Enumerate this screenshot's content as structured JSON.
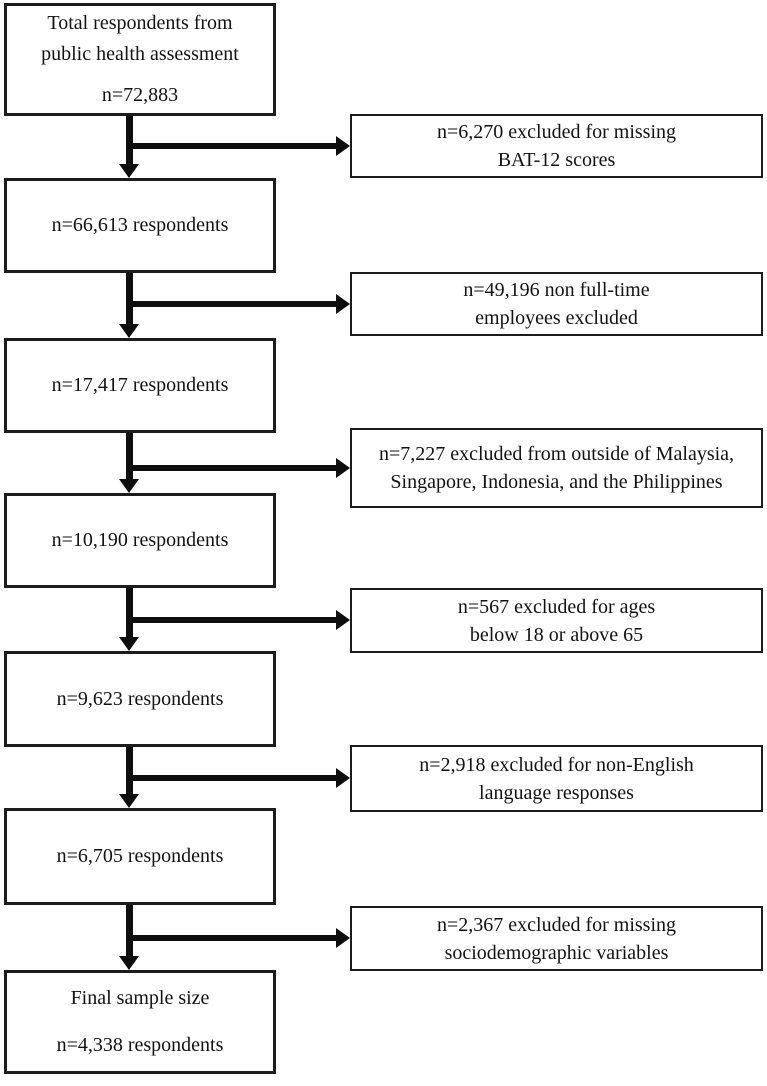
{
  "diagram": {
    "type": "participant-flowchart",
    "colors": {
      "box_border": "#1c1c1c",
      "box_fill": "#ffffff",
      "arrow": "#0e0e0e",
      "text": "#121212",
      "background": "#ffffff"
    },
    "boxes": {
      "total": {
        "line1": "Total respondents from",
        "line2": "public health assessment",
        "n": "n=72,883"
      },
      "step1": {
        "label": "n=66,613 respondents"
      },
      "step2": {
        "label": "n=17,417 respondents"
      },
      "step3": {
        "label": "n=10,190 respondents"
      },
      "step4": {
        "label": "n=9,623 respondents"
      },
      "step5": {
        "label": "n=6,705 respondents"
      },
      "final": {
        "line1": "Final sample size",
        "line2": "n=4,338 respondents"
      }
    },
    "exclusions": {
      "e1": {
        "line1": "n=6,270 excluded for missing",
        "line2": "BAT-12 scores"
      },
      "e2": {
        "line1": "n=49,196 non full-time",
        "line2": "employees excluded"
      },
      "e3": {
        "line1": "n=7,227 excluded from outside of Malaysia,",
        "line2": "Singapore, Indonesia, and the Philippines"
      },
      "e4": {
        "line1": "n=567 excluded for ages",
        "line2": "below 18 or above 65"
      },
      "e5": {
        "line1": "n=2,918 excluded for non-English",
        "line2": "language responses"
      },
      "e6": {
        "line1": "n=2,367 excluded for missing",
        "line2": "sociodemographic variables"
      }
    }
  }
}
